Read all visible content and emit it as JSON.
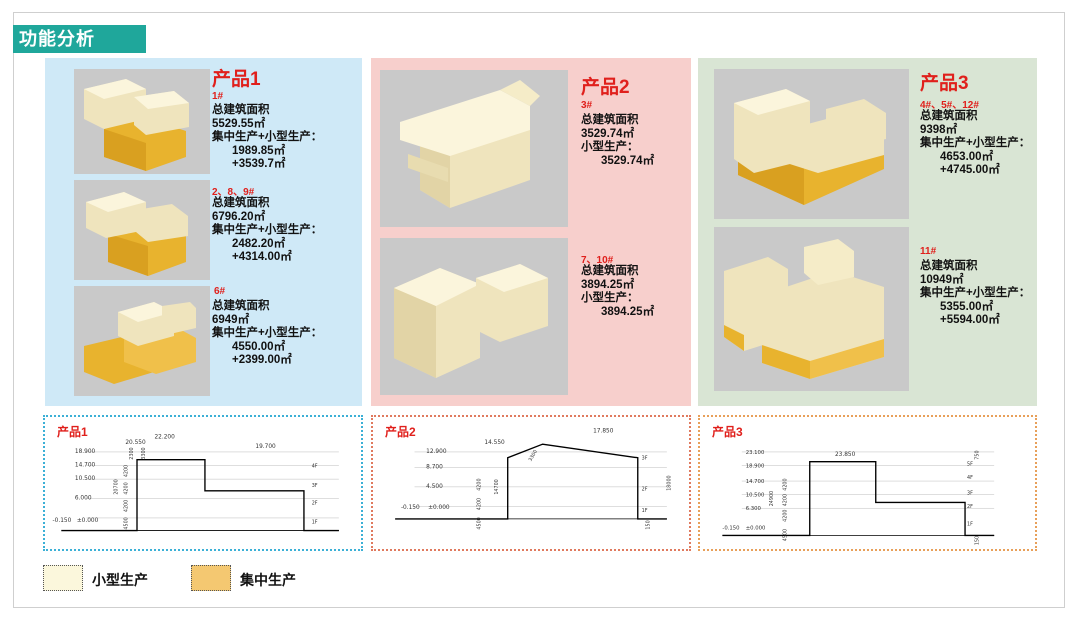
{
  "title": "功能分析",
  "products": [
    {
      "heading": "产品1",
      "blocks": [
        {
          "tag": "1#",
          "area_label": "总建筑面积",
          "area": "5529.55㎡",
          "prod_label": "集中生产+小型生产：",
          "v1": "1989.85㎡",
          "v2": "+3539.7㎡"
        },
        {
          "tag": "2、8、9#",
          "area_label": "总建筑面积",
          "area": "6796.20㎡",
          "prod_label": "集中生产+小型生产：",
          "v1": "2482.20㎡",
          "v2": "+4314.00㎡"
        },
        {
          "tag": "6#",
          "area_label": "总建筑面积",
          "area": "6949㎡",
          "prod_label": "集中生产+小型生产：",
          "v1": "4550.00㎡",
          "v2": "+2399.00㎡"
        }
      ]
    },
    {
      "heading": "产品2",
      "blocks": [
        {
          "tag": "3#",
          "area_label": "总建筑面积",
          "area": "3529.74㎡",
          "prod_label": "小型生产：",
          "v1": "3529.74㎡"
        },
        {
          "tag": "7、10#",
          "area_label": "总建筑面积",
          "area": "3894.25㎡",
          "prod_label": "小型生产：",
          "v1": "3894.25㎡"
        }
      ]
    },
    {
      "heading": "产品3",
      "blocks": [
        {
          "tag": "4#、5#、12#",
          "area_label": "总建筑面积",
          "area": "9398㎡",
          "prod_label": "集中生产+小型生产：",
          "v1": "4653.00㎡",
          "v2": "+4745.00㎡"
        },
        {
          "tag": "11#",
          "area_label": "总建筑面积",
          "area": "10949㎡",
          "prod_label": "集中生产+小型生产：",
          "v1": "5355.00㎡",
          "v2": "+5594.00㎡"
        }
      ]
    }
  ],
  "sections": [
    {
      "label": "产品1",
      "elevations": [
        "18.900",
        "14.700",
        "10.500",
        "6.000",
        "-0.150",
        "±0.000"
      ],
      "dims_top": [
        "20.550",
        "22.200",
        "19.700"
      ],
      "dims_side": [
        "20700",
        "4500",
        "4200",
        "4200",
        "4200",
        "2300",
        "3300"
      ],
      "floors": [
        "4F",
        "3F",
        "2F",
        "1F"
      ]
    },
    {
      "label": "产品2",
      "elevations": [
        "12.900",
        "8.700",
        "4.500",
        "-0.150",
        "±0.000"
      ],
      "dims_top": [
        "14.550",
        "17.850"
      ],
      "dims_side": [
        "14700",
        "4500",
        "4200",
        "4200",
        "150",
        "3300",
        "18000"
      ],
      "floors": [
        "3F",
        "2F",
        "1F"
      ]
    },
    {
      "label": "产品3",
      "elevations": [
        "23.100",
        "18.900",
        "14.700",
        "10.500",
        "6.300",
        "-0.150",
        "±0.000"
      ],
      "dims_top": [
        "23.850"
      ],
      "dims_side": [
        "24900",
        "4500",
        "4200",
        "4200",
        "4200",
        "150",
        "750"
      ],
      "floors": [
        "5F",
        "4F",
        "3F",
        "2F",
        "1F"
      ]
    }
  ],
  "legend": [
    {
      "label": "小型生产",
      "color": "#fbf7dc"
    },
    {
      "label": "集中生产",
      "color": "#f4c871"
    }
  ],
  "colors": {
    "accent": "#1fa79b",
    "red": "#e0201c",
    "light_block": "#f3e6b9",
    "gold_block": "#e8b32e"
  }
}
